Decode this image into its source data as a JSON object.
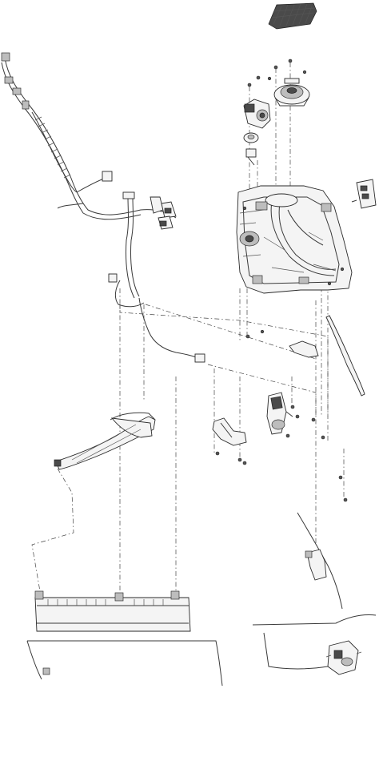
{
  "diagram": {
    "kind": "exploded-parts-view",
    "line_color": "#3a3a3a",
    "background": "#ffffff",
    "parts": [
      "vent-grille",
      "speaker",
      "window-regulator-motor",
      "door-inner-panel",
      "door-lock-switch",
      "wiring-harness",
      "armrest-bracket",
      "door-handle-assembly",
      "mounting-bracket",
      "door-weatherstrip",
      "lower-trim-rail",
      "lock-actuator",
      "fasteners"
    ]
  }
}
